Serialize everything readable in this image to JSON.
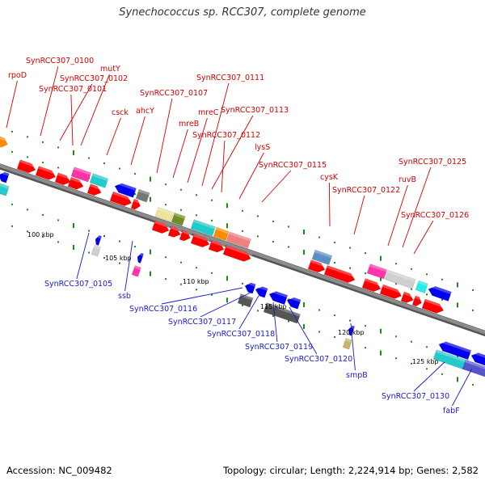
{
  "title": "Synechococcus sp. RCC307, complete genome",
  "footer": {
    "accession": "Accession: NC_009482",
    "summary": "Topology: circular; Length: 2,224,914 bp; Genes: 2,582"
  },
  "colors": {
    "top_label": "#d40000",
    "bottom_label": "#1a1acc",
    "backbone": "#8c8c8c",
    "tick": "#1a8a1a"
  },
  "ticks": [
    "100 kbp",
    "105 kbp",
    "110 kbp",
    "115 kbp",
    "120 kbp",
    "125 kbp"
  ],
  "labels_top": [
    "rpoD",
    "SynRCC307_0100",
    "mutY",
    "SynRCC307_0102",
    "SynRCC307_0101",
    "csck",
    "ahcY",
    "SynRCC307_0107",
    "mreB",
    "mreC",
    "SynRCC307_0111",
    "SynRCC307_0113",
    "SynRCC307_0112",
    "lysS",
    "SynRCC307_0115",
    "cysK",
    "SynRCC307_0122",
    "ruvB",
    "SynRCC307_0125",
    "SynRCC307_0126"
  ],
  "labels_bottom": [
    "SynRCC307_0105",
    "ssb",
    "SynRCC307_0116",
    "SynRCC307_0117",
    "SynRCC307_0118",
    "SynRCC307_0119",
    "SynRCC307_0120",
    "smpB",
    "SynRCC307_0130",
    "fabF"
  ]
}
